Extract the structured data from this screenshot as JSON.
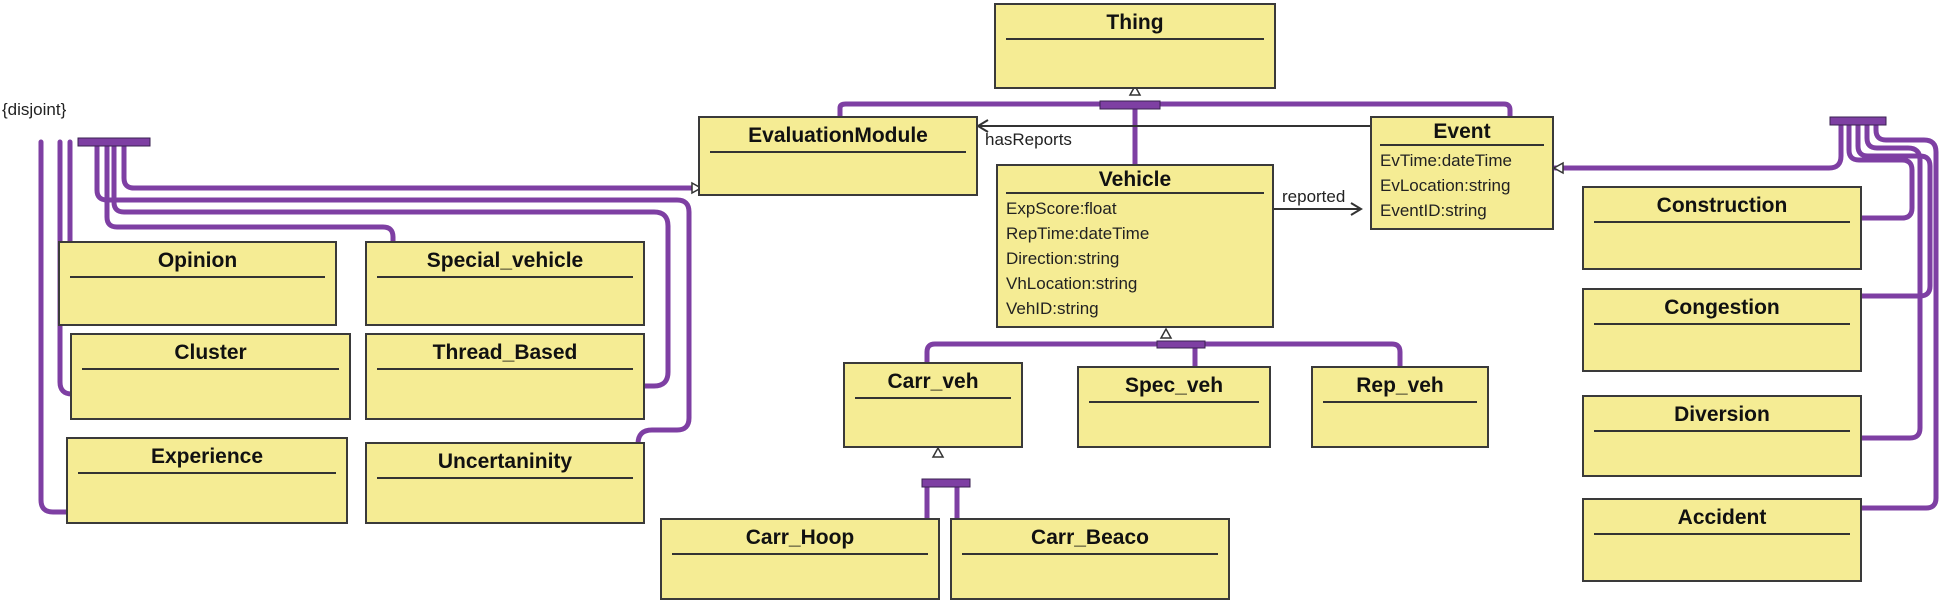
{
  "colors": {
    "connector": "#7e3fa3",
    "box_fill": "#f5ec94",
    "box_border": "#3a3a3a"
  },
  "labels": {
    "disjoint": "{disjoint}",
    "has_reports": "hasReports",
    "reported": "reported"
  },
  "classes": {
    "thing": {
      "name": "Thing"
    },
    "evaluation_module": {
      "name": "EvaluationModule"
    },
    "event": {
      "name": "Event",
      "attributes": [
        "EvTime:dateTime",
        "EvLocation:string",
        "EventID:string"
      ]
    },
    "vehicle": {
      "name": "Vehicle",
      "attributes": [
        "ExpScore:float",
        "RepTime:dateTime",
        "Direction:string",
        "VhLocation:string",
        "VehID:string"
      ]
    },
    "opinion": {
      "name": "Opinion"
    },
    "special_vehicle": {
      "name": "Special_vehicle"
    },
    "cluster": {
      "name": "Cluster"
    },
    "thread_based": {
      "name": "Thread_Based"
    },
    "experience": {
      "name": "Experience"
    },
    "uncertaninity": {
      "name": "Uncertaninity"
    },
    "carr_veh": {
      "name": "Carr_veh"
    },
    "spec_veh": {
      "name": "Spec_veh"
    },
    "rep_veh": {
      "name": "Rep_veh"
    },
    "carr_hoop": {
      "name": "Carr_Hoop"
    },
    "carr_beaco": {
      "name": "Carr_Beaco"
    },
    "construction": {
      "name": "Construction"
    },
    "congestion": {
      "name": "Congestion"
    },
    "diversion": {
      "name": "Diversion"
    },
    "accident": {
      "name": "Accident"
    }
  }
}
